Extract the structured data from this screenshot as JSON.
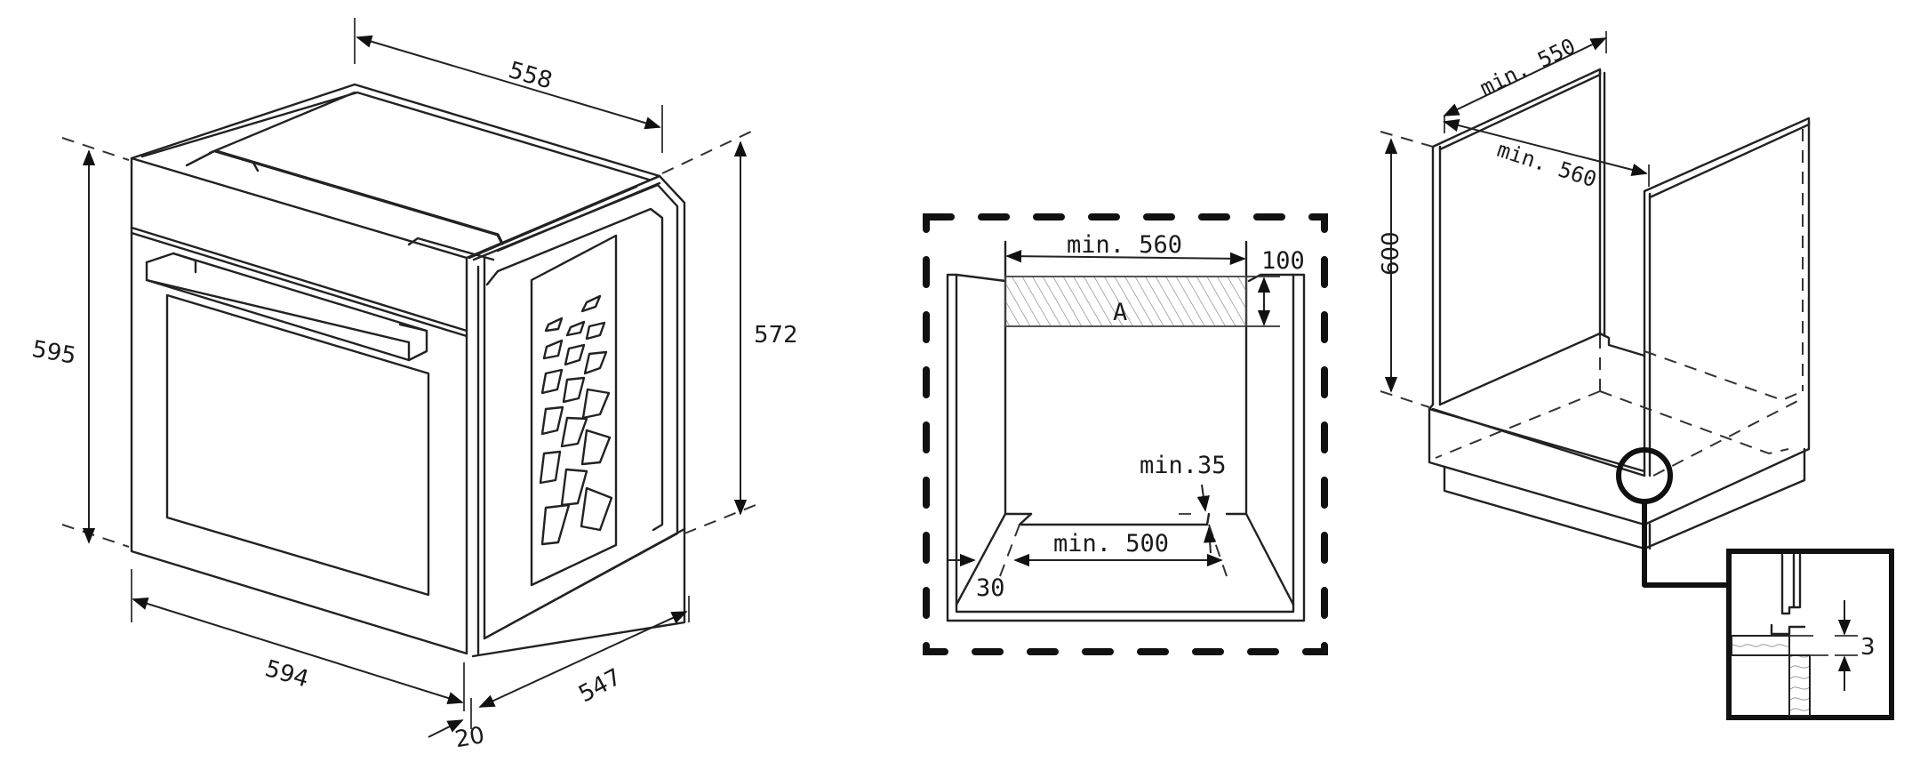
{
  "diagram": {
    "colors": {
      "line": "#222222",
      "background": "#ffffff",
      "hatch": "#888888"
    },
    "oven_view": {
      "dimensions": {
        "depth_top": "558",
        "front_height": "595",
        "side_height": "572",
        "front_width": "594",
        "body_depth": "547",
        "front_panel_thickness": "20"
      }
    },
    "wall_installation_view": {
      "dimensions": {
        "width_min": "min. 560",
        "top_gap": "100",
        "vent_area_label": "A",
        "vent_height_min": "min.35",
        "bottom_width_min": "min. 500",
        "side_clearance": "30"
      }
    },
    "cabinet_view": {
      "dimensions": {
        "depth_min": "min. 550",
        "width_min": "min. 560",
        "height": "600"
      },
      "detail_inset": {
        "gap": "3"
      }
    }
  }
}
